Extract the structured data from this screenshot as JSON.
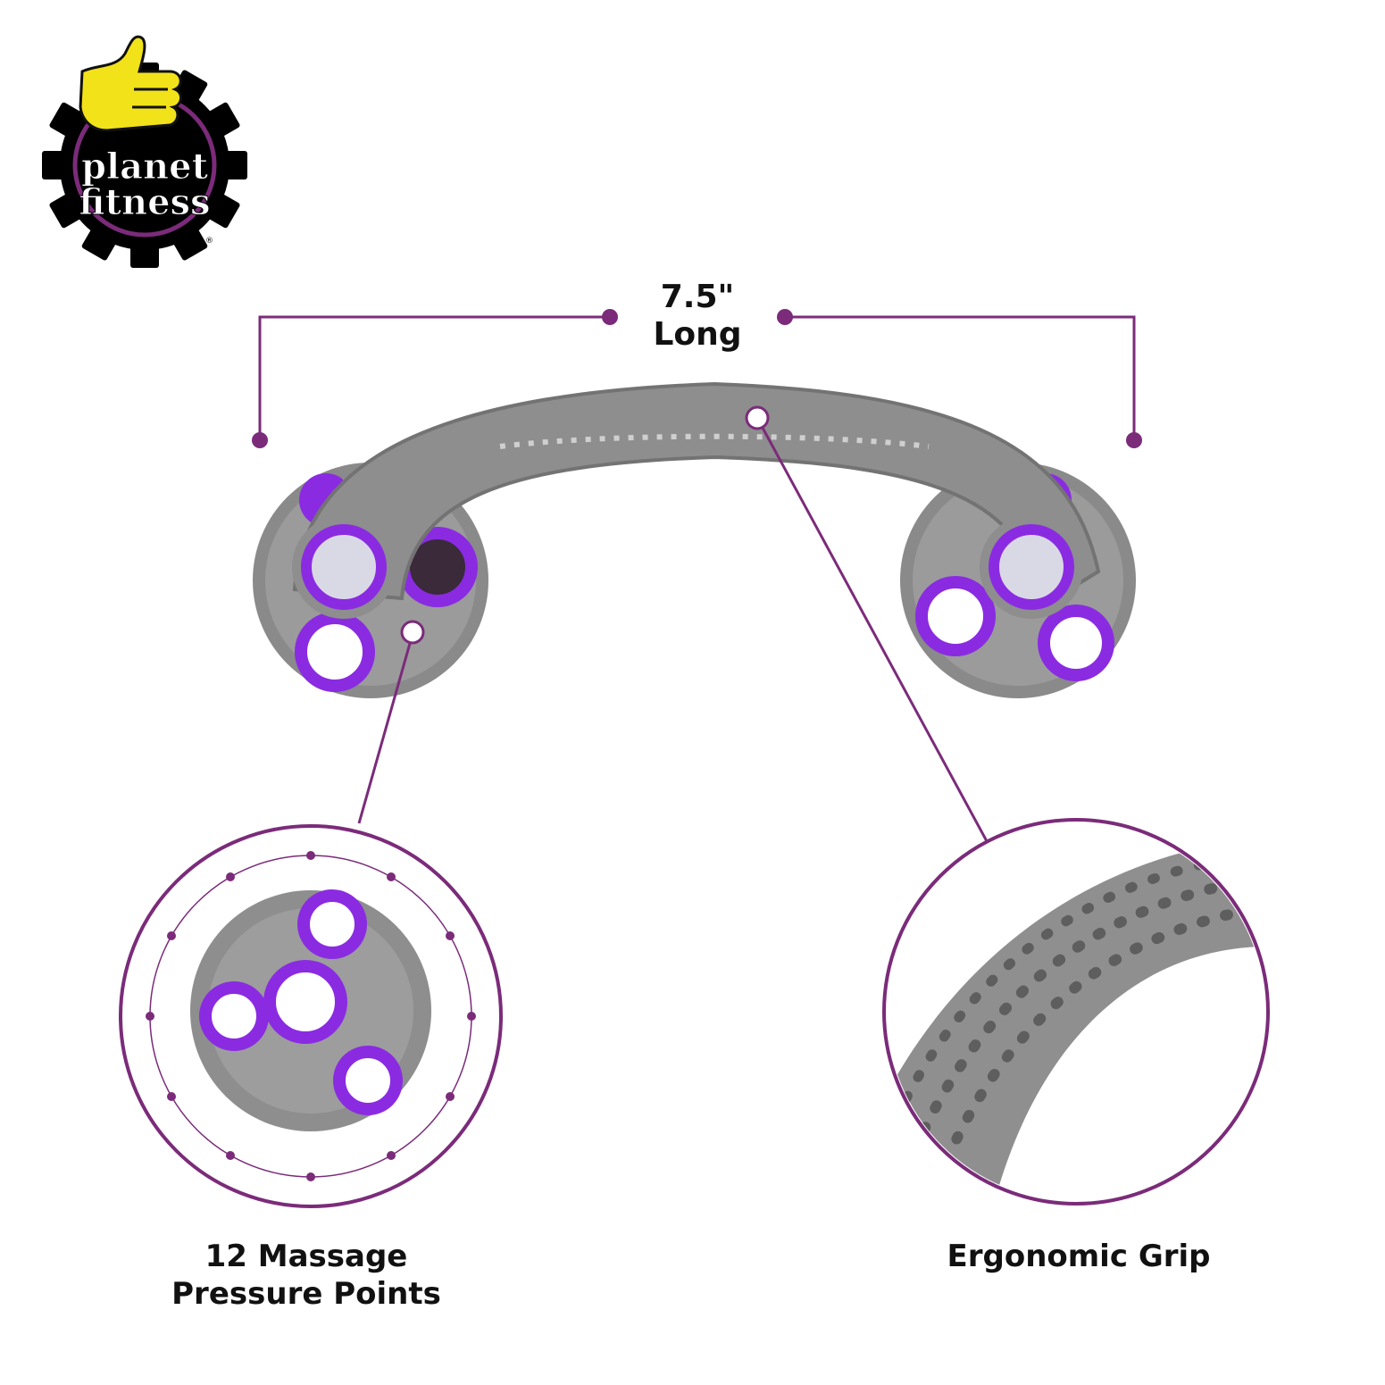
{
  "logo": {
    "line1": "planet",
    "line2": "fitness"
  },
  "dimension": {
    "value": "7.5\"",
    "unit_word": "Long"
  },
  "callouts": {
    "left": {
      "line1": "12 Massage",
      "line2": "Pressure Points"
    },
    "right": {
      "line1": "Ergonomic Grip"
    }
  },
  "colors": {
    "accent_purple": "#7b2b7a",
    "roller_purple": "#8a2be2",
    "gray": "#8c8c8c",
    "logo_yellow": "#f2e21a"
  }
}
